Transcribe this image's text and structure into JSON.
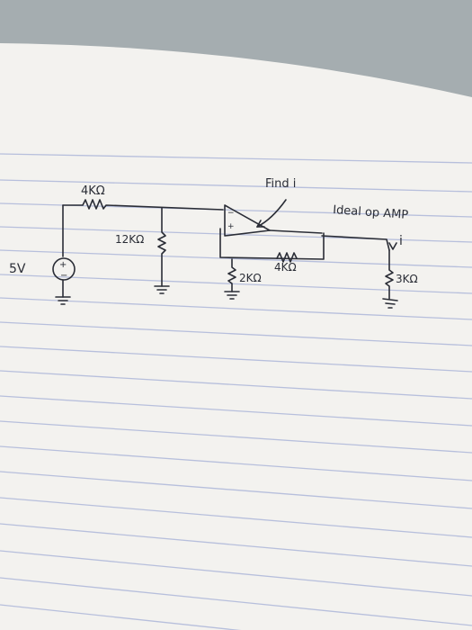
{
  "labels": {
    "r1": "4KΩ",
    "r2": "12KΩ",
    "r3": "4KΩ",
    "r4": "2KΩ",
    "r5": "3KΩ",
    "source": "5V",
    "plus": "+",
    "minus": "−",
    "opamp_minus": "−",
    "opamp_plus": "+",
    "find": "Find i",
    "ideal": "Ideal op AMP",
    "current": "i"
  },
  "colors": {
    "paper": "#f3f2ef",
    "rule_line": "#b7bfdc",
    "ink": "#2a2d36",
    "shadow": "#a5adb0"
  }
}
